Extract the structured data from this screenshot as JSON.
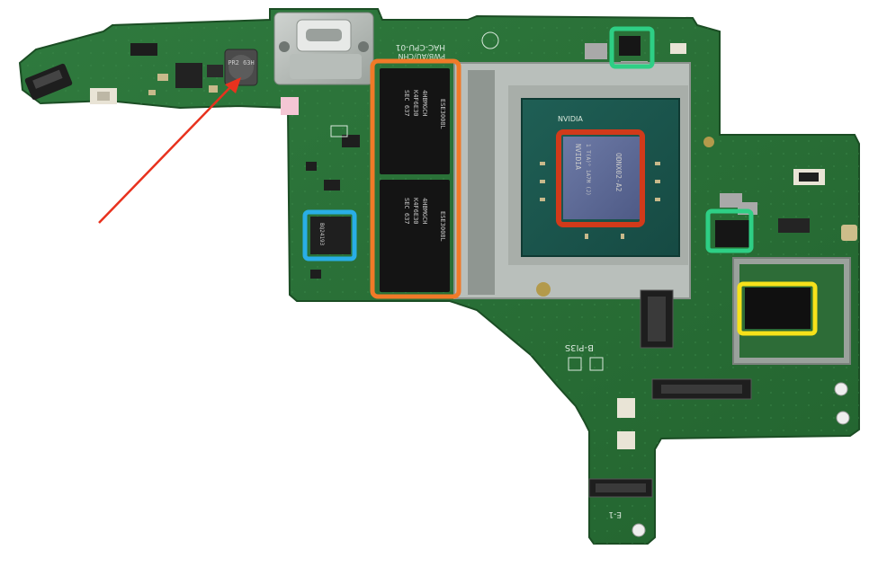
{
  "board_label": "HAC-CPU-01",
  "board_sub_label": "PWB/AU/CHN",
  "soc": {
    "brand": "NVIDIA",
    "line1": "1 T(A)° 1A7M (J)",
    "part": "ODNX02-A2"
  },
  "ram_top": {
    "line1": "SEC 637",
    "line2": "K4F6E30",
    "line3": "4HBMGCH",
    "side": "ESE3008L"
  },
  "ram_bottom": {
    "line1": "SEC 637",
    "line2": "K4F6E30",
    "line3": "4HBMGCH",
    "side": "ESE3008L"
  },
  "inductor_label": "PR2 63H",
  "small_chip_label": "BQ24193",
  "silk_marks": [
    "E-1",
    "B-PI3S"
  ],
  "highlight_colors": {
    "red": "#d13a1a",
    "orange": "#f07a28",
    "green": "#2ecf85",
    "blue": "#29aee6",
    "yellow": "#f6e11a",
    "arrow": "#e8321e"
  }
}
